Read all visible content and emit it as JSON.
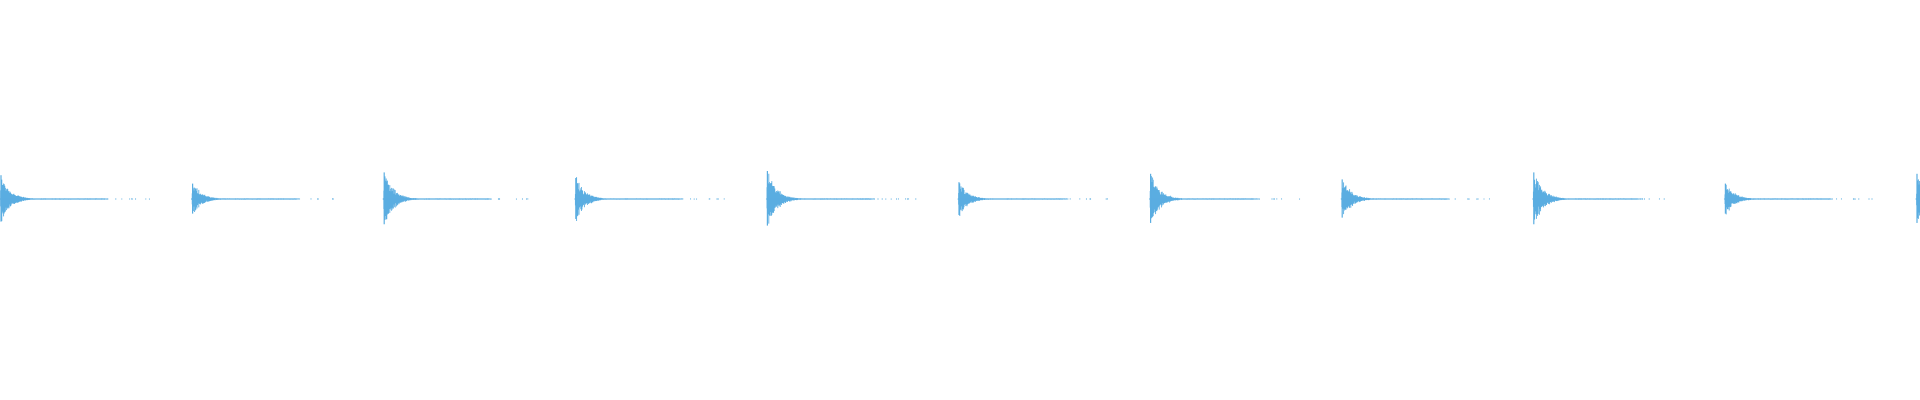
{
  "waveform": {
    "color": "#5aade1",
    "background": "#ffffff",
    "hit_count": 11,
    "hits": [
      {
        "peak": 0.85
      },
      {
        "peak": 0.55
      },
      {
        "peak": 0.95
      },
      {
        "peak": 0.75
      },
      {
        "peak": 1.0
      },
      {
        "peak": 0.6
      },
      {
        "peak": 0.9
      },
      {
        "peak": 0.7
      },
      {
        "peak": 0.95
      },
      {
        "peak": 0.55
      },
      {
        "peak": 0.9
      }
    ]
  }
}
